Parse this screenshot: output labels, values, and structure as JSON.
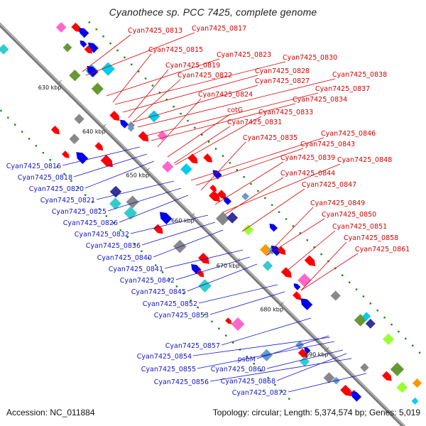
{
  "title": "Cyanothece sp. PCC 7425, complete genome",
  "footer": {
    "accession": "Accession: NC_011884",
    "summary": "Topology: circular; Length: 5,374,574 bp; Genes: 5,019"
  },
  "colors": {
    "backbone": "#8a8a8a",
    "forward_label": "#d40000",
    "reverse_label": "#1515c8",
    "forward_feature": "#ff0000",
    "reverse_feature": "#0000ee",
    "gc_tick": "#0b8a0b"
  },
  "scale_ticks": [
    "630 kbp",
    "640 kbp",
    "650 kbp",
    "660 kbp",
    "670 kbp",
    "680 kbp",
    "690 kbp"
  ],
  "forward_labels": [
    "Cyan7425_0813",
    "Cyan7425_0817",
    "Cyan7425_0815",
    "Cyan7425_0823",
    "Cyan7425_0830",
    "Cyan7425_0819",
    "Cyan7425_0828",
    "Cyan7425_0822",
    "Cyan7425_0838",
    "Cyan7425_0827",
    "Cyan7425_0837",
    "Cyan7425_0824",
    "Cyan7425_0834",
    "cotG",
    "Cyan7425_0833",
    "Cyan7425_0831",
    "Cyan7425_0846",
    "Cyan7425_0835",
    "Cyan7425_0843",
    "Cyan7425_0839",
    "Cyan7425_0848",
    "Cyan7425_0844",
    "Cyan7425_0847",
    "Cyan7425_0849",
    "Cyan7425_0850",
    "Cyan7425_0851",
    "Cyan7425_0858",
    "Cyan7425_0861"
  ],
  "reverse_labels": [
    "Cyan7425_0816",
    "Cyan7425_0818",
    "Cyan7425_0820",
    "Cyan7425_0821",
    "Cyan7425_0825",
    "Cyan7425_0826",
    "Cyan7425_0832",
    "Cyan7425_0836",
    "Cyan7425_0840",
    "Cyan7425_0841",
    "Cyan7425_0842",
    "Cyan7425_0845",
    "Cyan7425_0852",
    "Cyan7425_0853",
    "Cyan7425_0857",
    "Cyan7425_0854",
    "psbM",
    "Cyan7425_0855",
    "Cyan7425_0860",
    "Cyan7425_0856",
    "Cyan7425_0868",
    "Cyan7425_0872"
  ]
}
